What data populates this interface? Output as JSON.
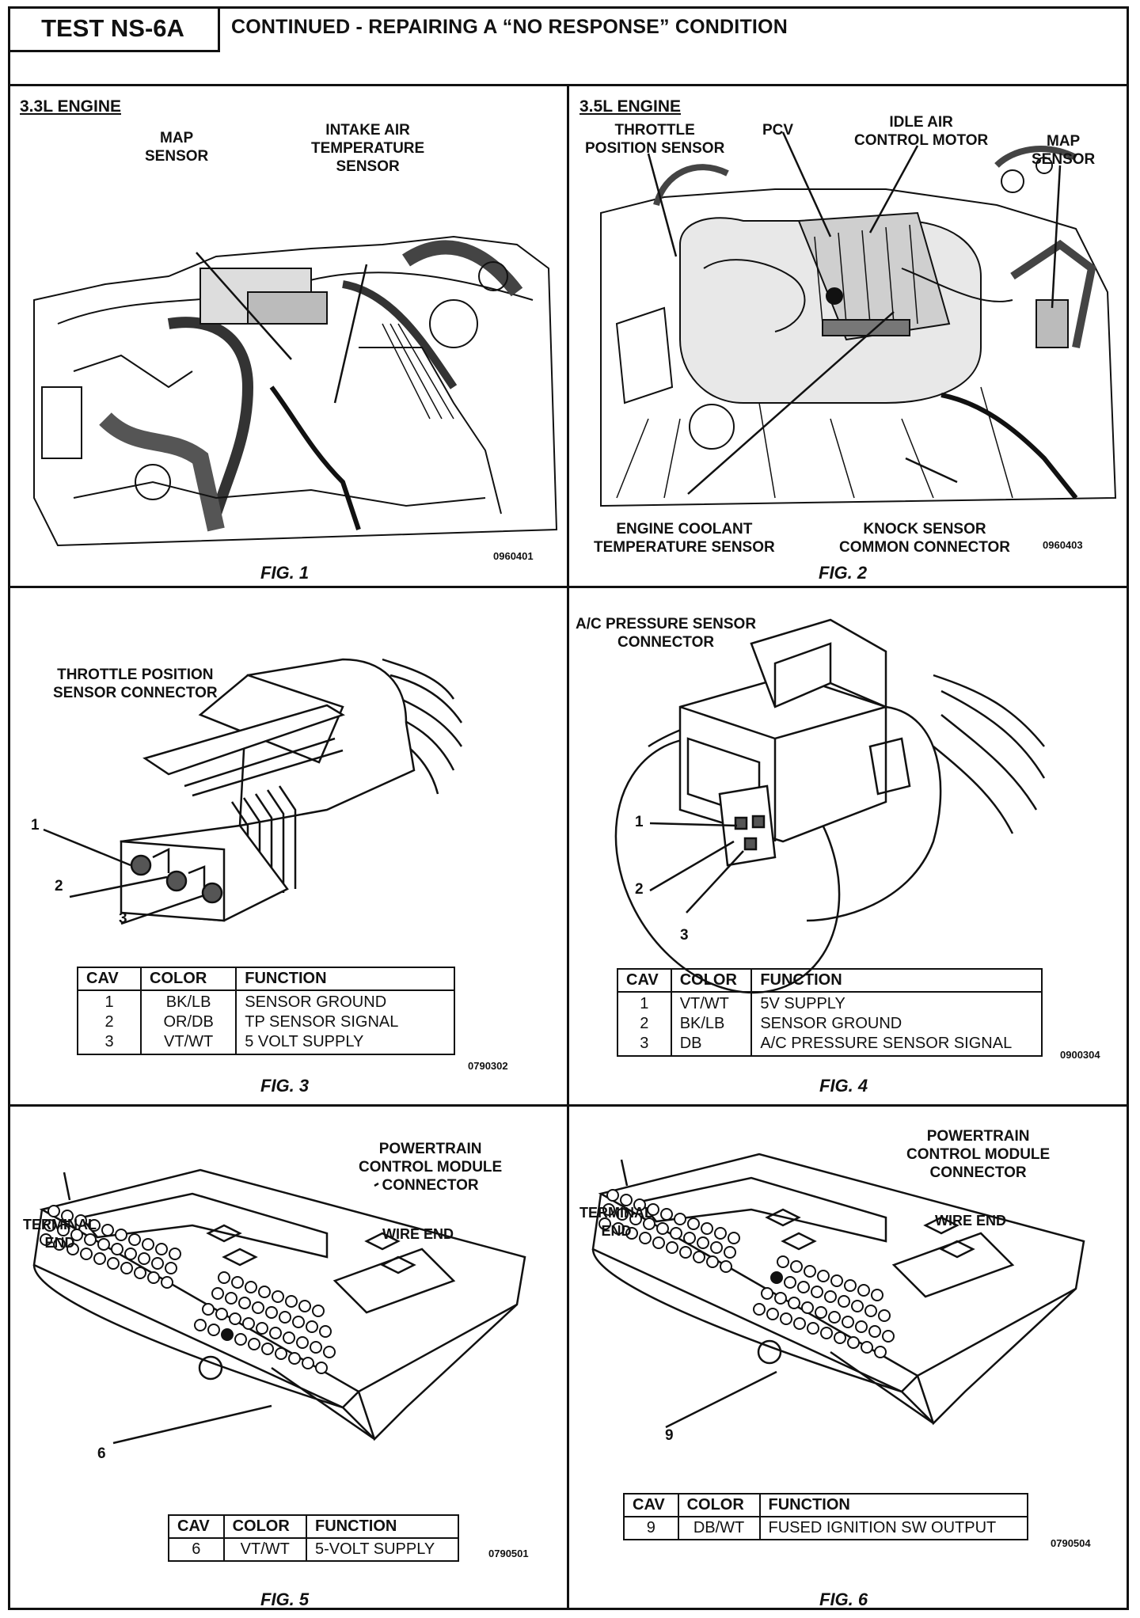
{
  "header": {
    "test_id": "TEST NS-6A",
    "title": "CONTINUED - REPAIRING A “NO RESPONSE” CONDITION"
  },
  "fig1": {
    "engine": "3.3L ENGINE",
    "labels": {
      "map_sensor": [
        "MAP",
        "SENSOR"
      ],
      "intake_air_temp": [
        "INTAKE AIR",
        "TEMPERATURE",
        "SENSOR"
      ]
    },
    "code": "0960401",
    "caption": "FIG. 1"
  },
  "fig2": {
    "engine": "3.5L ENGINE",
    "labels": {
      "throttle_position": [
        "THROTTLE",
        "POSITION SENSOR"
      ],
      "pcv": [
        "PCV"
      ],
      "idle_air": [
        "IDLE AIR",
        "CONTROL MOTOR"
      ],
      "map_sensor": [
        "MAP",
        "SENSOR"
      ],
      "engine_coolant": [
        "ENGINE COOLANT",
        "TEMPERATURE SENSOR"
      ],
      "knock_sensor": [
        "KNOCK SENSOR",
        "COMMON CONNECTOR"
      ]
    },
    "code": "0960403",
    "caption": "FIG. 2"
  },
  "fig3": {
    "title": [
      "THROTTLE POSITION",
      "SENSOR CONNECTOR"
    ],
    "pins": [
      "1",
      "2",
      "3"
    ],
    "table": {
      "headers": [
        "CAV",
        "COLOR",
        "FUNCTION"
      ],
      "cav": [
        "1",
        "2",
        "3"
      ],
      "color": [
        "BK/LB",
        "OR/DB",
        "VT/WT"
      ],
      "function": [
        "SENSOR GROUND",
        "TP SENSOR SIGNAL",
        "5 VOLT SUPPLY"
      ]
    },
    "code": "0790302",
    "caption": "FIG. 3"
  },
  "fig4": {
    "title": [
      "A/C PRESSURE SENSOR",
      "CONNECTOR"
    ],
    "pins": [
      "1",
      "2",
      "3"
    ],
    "table": {
      "headers": [
        "CAV",
        "COLOR",
        "FUNCTION"
      ],
      "cav": [
        "1",
        "2",
        "3"
      ],
      "color": [
        "VT/WT",
        "BK/LB",
        "DB"
      ],
      "function": [
        "5V SUPPLY",
        "SENSOR GROUND",
        "A/C PRESSURE SENSOR SIGNAL"
      ]
    },
    "code": "0900304",
    "caption": "FIG. 4"
  },
  "fig5": {
    "title": [
      "POWERTRAIN",
      "CONTROL MODULE",
      "CONNECTOR"
    ],
    "terminal_end": [
      "TERMINAL",
      "END"
    ],
    "wire_end": "WIRE  END",
    "pin": "6",
    "table": {
      "headers": [
        "CAV",
        "COLOR",
        "FUNCTION"
      ],
      "row": [
        "6",
        "VT/WT",
        "5-VOLT SUPPLY"
      ]
    },
    "code": "0790501",
    "caption": "FIG. 5"
  },
  "fig6": {
    "title": [
      "POWERTRAIN",
      "CONTROL MODULE",
      "CONNECTOR"
    ],
    "terminal_end": [
      "TERMINAL",
      "END"
    ],
    "wire_end": "WIRE  END",
    "pin": "9",
    "table": {
      "headers": [
        "CAV",
        "COLOR",
        "FUNCTION"
      ],
      "row": [
        "9",
        "DB/WT",
        "FUSED IGNITION SW OUTPUT"
      ]
    },
    "code": "0790504",
    "caption": "FIG. 6"
  }
}
